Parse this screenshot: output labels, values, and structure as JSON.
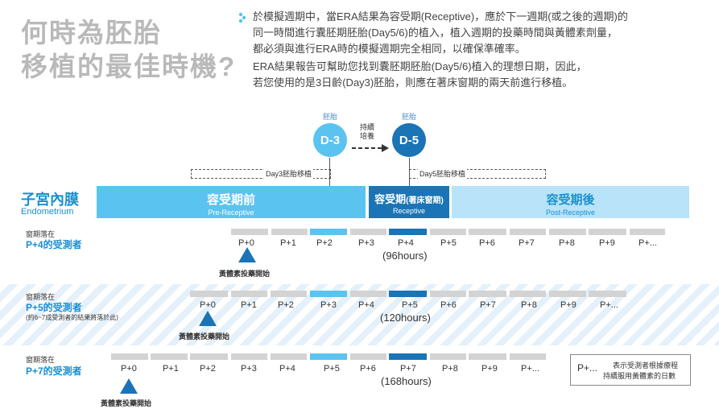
{
  "title": {
    "line1": "何時為胚胎",
    "line2": "移植的最佳時機?"
  },
  "intro": {
    "lines": [
      "於模擬週期中，當ERA結果為容受期(Receptive)，應於下一週期(或之後的週期)的",
      "同一時間進行囊胚期胚胎(Day5/6)的植入，植入週期的投藥時間與黃體素劑量，",
      "都必須與進行ERA時的模擬週期完全相同，以確保準確率。",
      "ERA結果報告可幫助您找到囊胚期胚胎(Day5/6)植入的理想日期，因此，",
      "若您使用的是3日齡(Day3)胚胎，則應在著床窗期的兩天前進行移植。"
    ]
  },
  "embryos": {
    "d3": {
      "top_label": "胚胎",
      "label": "D-3"
    },
    "d5": {
      "top_label": "胚胎",
      "label": "D-5"
    },
    "culture": {
      "line1": "持續",
      "line2": "培養"
    }
  },
  "transfer": {
    "day3": "Day3胚胎移植",
    "day5": "Day5胚胎移植"
  },
  "endometrium": {
    "zh": "子宮內膜",
    "en": "Endometrium"
  },
  "phases": [
    {
      "main": "容受期前",
      "sub": "Pre-Receptive",
      "color": "#5bc3ef"
    },
    {
      "main": "容受期",
      "main_small": "(著床窗期)",
      "sub": "Receptive",
      "color": "#1a74b5"
    },
    {
      "main": "容受期後",
      "sub": "Post-Receptive",
      "color": "#b8e3f8"
    }
  ],
  "rows": [
    {
      "l1": "窗期落在",
      "l2": "P+4的受測者",
      "l3": "",
      "days": [
        "P+0",
        "P+1",
        "P+2",
        "P+3",
        "P+4",
        "P+5",
        "P+6",
        "P+7",
        "P+8",
        "P+9",
        "P+..."
      ],
      "hours": "(96hours)",
      "start": "黃體素投藥開始"
    },
    {
      "l1": "窗期落在",
      "l2": "P+5的受測者",
      "l3": "(約6~7成受測者的結果將落於此)",
      "days": [
        "P+0",
        "P+1",
        "P+2",
        "P+3",
        "P+4",
        "P+5",
        "P+6",
        "P+7",
        "P+8",
        "P+9",
        "P+..."
      ],
      "hours": "(120hours)",
      "start": "黃體素投藥開始"
    },
    {
      "l1": "窗期落在",
      "l2": "P+7的受測者",
      "l3": "",
      "days": [
        "P+0",
        "P+1",
        "P+2",
        "P+3",
        "P+4",
        "P+5",
        "P+6",
        "P+7",
        "P+8",
        "P+9",
        "P+..."
      ],
      "hours": "(168hours)",
      "start": "黃體素投藥開始"
    }
  ],
  "legend": {
    "key": "P+...",
    "line1": "表示受測者根據療程",
    "line2": "持續服用黃體素的日數"
  },
  "colors": {
    "accent": "#1a8fd0",
    "dark": "#1a74b5",
    "light": "#5bc3ef",
    "gray": "#d3d3d3"
  }
}
